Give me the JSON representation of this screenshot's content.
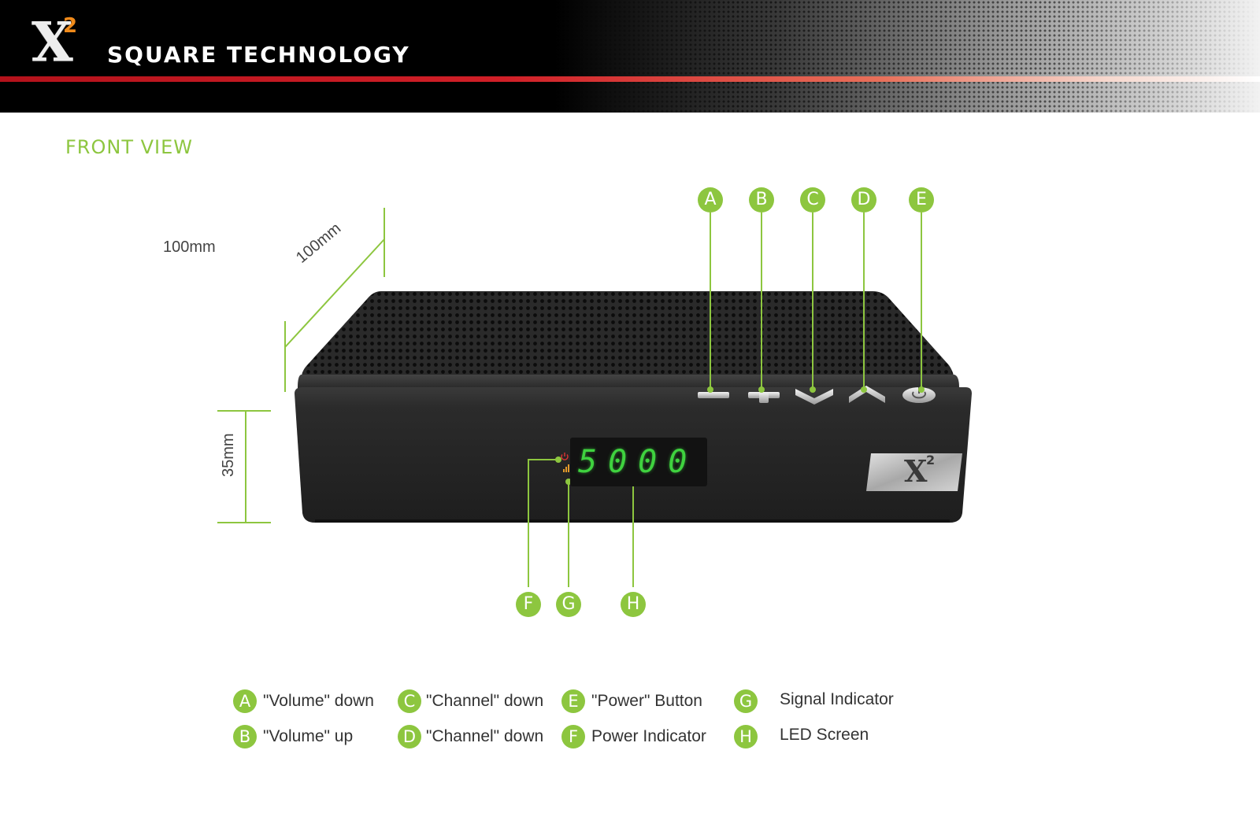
{
  "header": {
    "logo_letter": "X",
    "logo_superscript": "2",
    "brand": "SQUARE TECHNOLOGY",
    "colors": {
      "stripe": "#d01f27",
      "logo_accent": "#f08a1a"
    }
  },
  "section_title": "FRONT VIEW",
  "accent_color": "#8dc63f",
  "dimensions": {
    "width": "100mm",
    "depth": "100mm",
    "height": "35mm"
  },
  "device": {
    "led_digits": "5000",
    "front_logo_letter": "X",
    "front_logo_superscript": "2"
  },
  "callouts": {
    "A": "A",
    "B": "B",
    "C": "C",
    "D": "D",
    "E": "E",
    "F": "F",
    "G": "G",
    "H": "H"
  },
  "legend": [
    {
      "letter": "A",
      "text": "\"Volume\" down"
    },
    {
      "letter": "B",
      "text": "\"Volume\" up"
    },
    {
      "letter": "C",
      "text": "\"Channel\" down"
    },
    {
      "letter": "D",
      "text": "\"Channel\" down"
    },
    {
      "letter": "E",
      "text": "\"Power\" Button"
    },
    {
      "letter": "F",
      "text": "Power Indicator"
    },
    {
      "letter": "G",
      "text": "Signal Indicator"
    },
    {
      "letter": "H",
      "text": "LED Screen"
    }
  ]
}
